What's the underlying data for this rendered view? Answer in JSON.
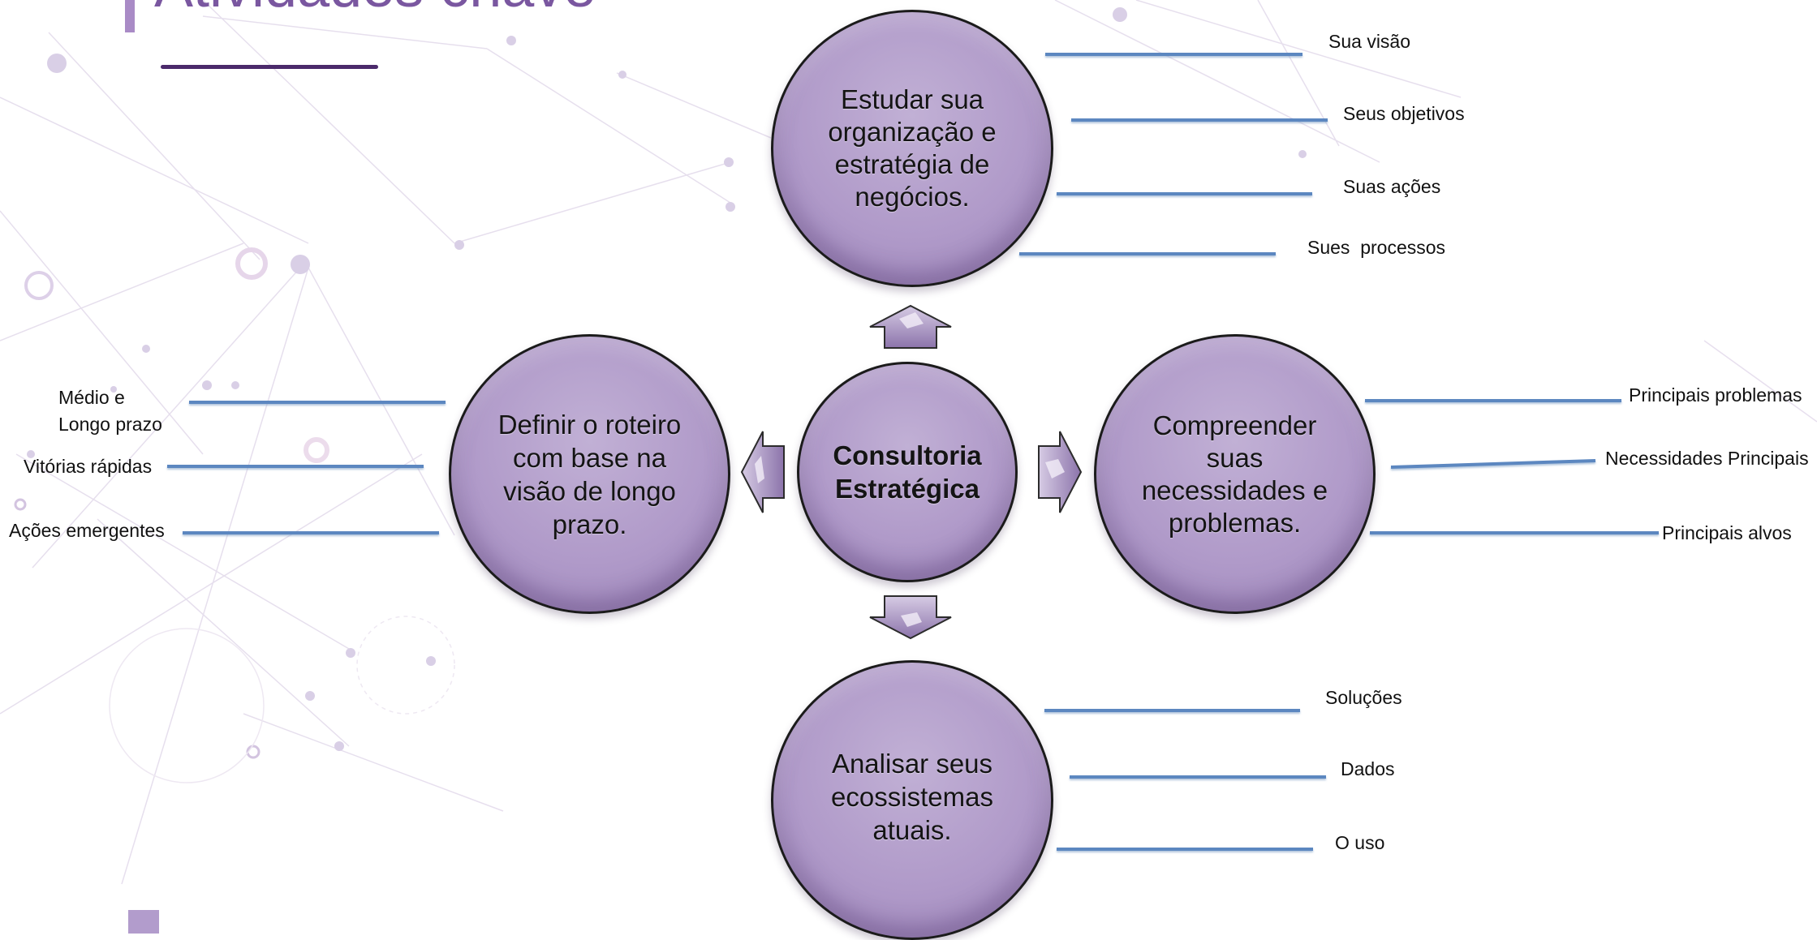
{
  "title": "Atividades chave",
  "colors": {
    "circle_fill": "#b09ac9",
    "circle_border": "#1b1b1b",
    "connector_line": "#5b87c0",
    "title": "#7a57a0",
    "title_underline": "#4b2a6b",
    "arrow_fill": "#a995c4"
  },
  "center": {
    "label": "Consultoria Estratégica"
  },
  "nodes": {
    "top": {
      "label": "Estudar sua organização e estratégia de negócios.",
      "items": [
        "Sua visão",
        "Seus objetivos",
        "Suas ações",
        "Sues  processos"
      ]
    },
    "right": {
      "label": "Compreender suas necessidades e problemas.",
      "items": [
        "Principais problemas",
        "Necessidades Principais",
        "Principais alvos"
      ]
    },
    "bottom": {
      "label": "Analisar seus ecossistemas atuais.",
      "items": [
        "Soluções",
        "Dados",
        "O uso"
      ]
    },
    "left": {
      "label": "Definir o roteiro com base na visão de longo prazo.",
      "items": [
        "Médio e Longo prazo",
        "Vitórias rápidas",
        "Ações emergentes"
      ]
    }
  },
  "icons": {
    "arrow_up": "arrow-up-icon",
    "arrow_down": "arrow-down-icon",
    "arrow_left": "arrow-left-icon",
    "arrow_right": "arrow-right-icon"
  }
}
